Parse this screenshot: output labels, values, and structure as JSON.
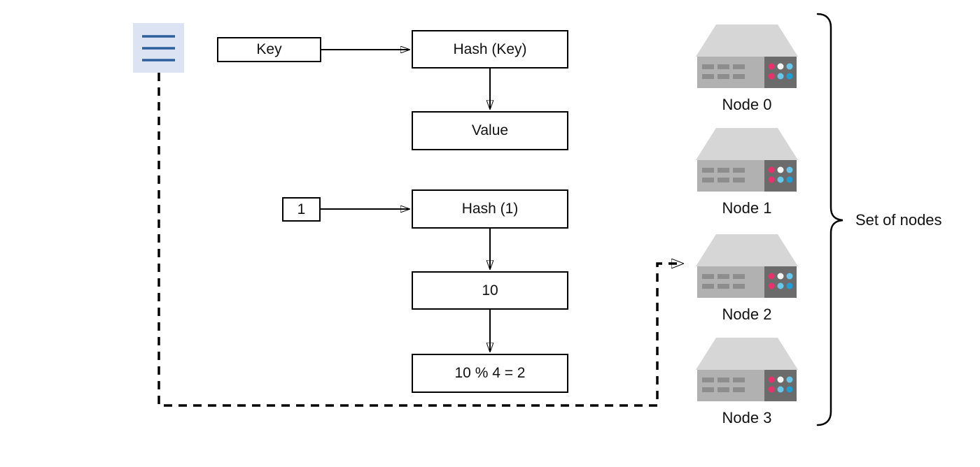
{
  "flow": {
    "key": "Key",
    "hash_key": "Hash (Key)",
    "value": "Value",
    "one": "1",
    "hash_one": "Hash (1)",
    "ten": "10",
    "mod_result": "10 % 4 = 2"
  },
  "nodes": [
    {
      "label": "Node 0"
    },
    {
      "label": "Node 1"
    },
    {
      "label": "Node 2"
    },
    {
      "label": "Node 3"
    }
  ],
  "brace": {
    "label": "Set of nodes"
  },
  "icons": {
    "menu": "menu-icon",
    "server": "server-icon"
  },
  "colors": {
    "line": "#000000",
    "menu_bg": "#dce4f4",
    "menu_line": "#2d5f9e",
    "server_lid": "#d6d6d6",
    "server_face": "#b1b1b1",
    "server_panel": "#6b6b6b",
    "server_slot": "#8d8d8d",
    "led_pink": "#e8316d",
    "led_white": "#f5f5f5",
    "led_cyan": "#66c7ea",
    "led_blue": "#1f9fd6"
  }
}
